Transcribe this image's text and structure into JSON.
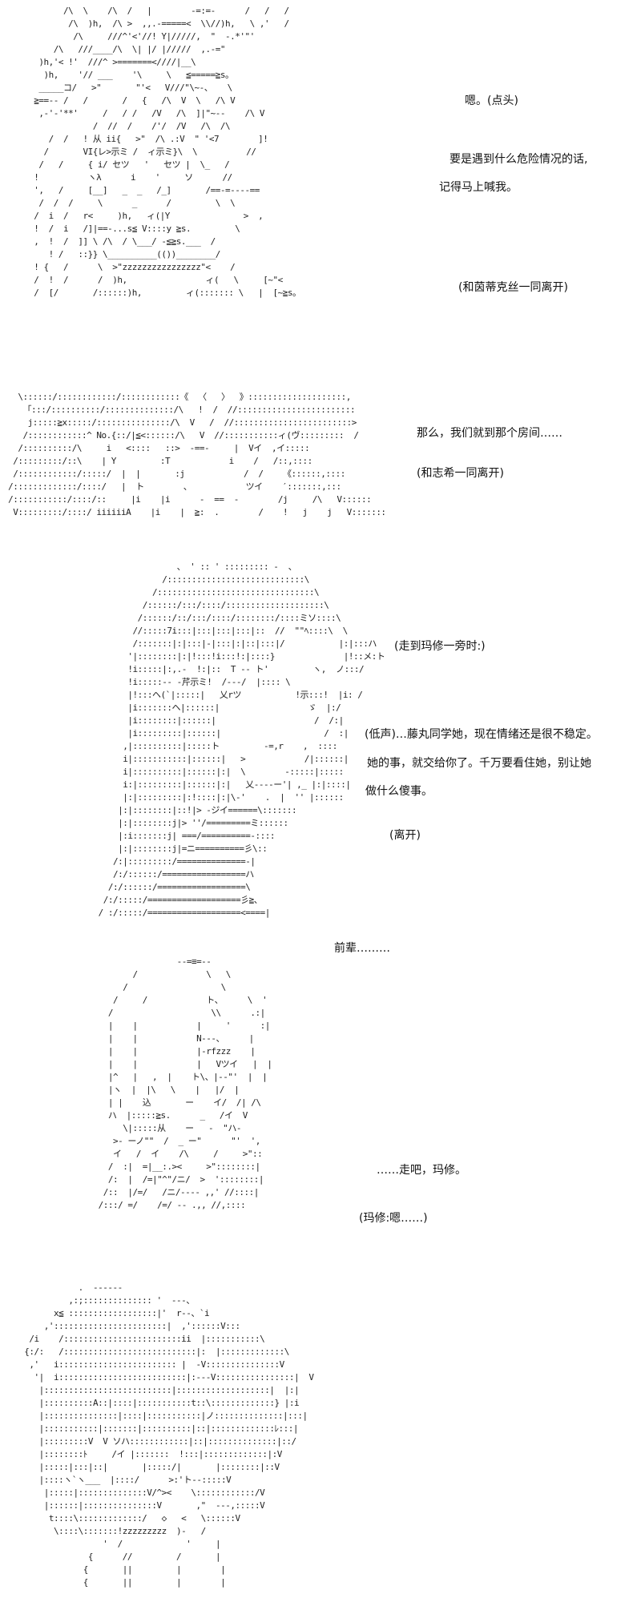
{
  "panels": [
    {
      "art": [
        "        /\\  \\    /\\  /   |        -=:=-      /   /   /",
        "         /\\  )h,  /\\ >  ,,.-=====<  \\\\//)h,   \\ ,'   /",
        "          /\\     ///^'<'//! Y|/////,  \"  -.*'\"'",
        "      /\\   ///____/\\  \\| |/ |/////  ,.-=\"",
        "   )h,'< !'  ///^ >=======<////|__\\",
        "    )h,    '// ___    '\\     \\   ≦=====≧s。",
        "   _____コ/   >\"       \"'<   V///\"\\~-、   \\",
        "  ≧==-- /   /       /   {   /\\  V  \\   /\\ V",
        "   ,-'-'**'     /   / /   /V   /\\  ]|\"~--    /\\ V",
        "              /  //  /    /'/  /V   /\\  /\\",
        "     /  /   ! 从 ii{   >\"  /\\ .:V  \" '<7        ]!",
        "    /       VI{レ>示ミ /  ィ示ミ}\\  \\          //",
        "   /   /     { i/ セツ   '   セツ |  \\_   /",
        "  !          ヽλ      i    '     ソ      //",
        "  ',   /     [__]   _  _   /_]       /==-=----==",
        "   /  /  /     \\      _      /         \\  \\",
        "  /  i  /   r<     )h,   ィ(|Y               >  ,",
        "  !  /  i   /]|==-...s≦ V::::y ≧s.         \\",
        "  ,  !  /  ]] \\ /\\  / \\___/ -≦≧s.___  /",
        "     ! /   ::}} \\__________(())________/",
        "  ! {   /      \\  >\"zzzzzzzzzzzzzzzz\"<    /",
        "  /  !  /      /  )h,                ィ(   \\     [~\"<",
        "  /  [/       /::::::)h,         ィ(::::::: \\   |  [~≧s。"
      ]
    },
    {
      "art": [
        "   \\::::::/::::::::::::/::::::::::::《  〈   〉  》::::::::::::::::::::,",
        "    「:::/::::::::::/::::::::::::::/\\   !  /  //::::::::::::::::::::::::",
        "     j:::::≧x:::::/:::::::::::::::/\\  V   /  //::::::::::::::::::::::::>",
        "    /::::::::::::^ No.{::/|≦<::::::/\\   V  //:::::::::::ィ(ヴ:::::::::  /",
        "   /::::::::::/\\     i   <::::   ::>  -==-     |  Vイ  ,イ:::::",
        "  /:::::::::/::\\    | Y         :T            i    /   /::,::::",
        "  /::::::::::::/:::::/  |  |       :j            /  /    《::::::,::::",
        " /:::::::::::::/::::/   |  ト        、           ツイ    ′:::::::,:::",
        " /:::::::::::/::::/::     |i    |i      -  ==  -        /j     /\\   V::::::",
        "  V:::::::::/::::/ iiiiiiA    |i    |  ≧:  .        /    !   j    j   V:::::::"
      ]
    },
    {
      "art": [
        "                     、 ' :: ' ::::::::: -  、",
        "                  /::::::::::::::::::::::::::::\\",
        "                /::::::::::::::::::::::::::::::::\\",
        "              /::::::/:::/::::/::::::::::::::::::::\\",
        "             /::::::/::/:::/::::/::::::::/::::ミソ::::\\",
        "            //:::::7i:::|:::|:::|:::|::  //  \"\"ﾍ::::\\  \\",
        "            /:::::::|:|:::|-|:::|:|::|:::|/           |:|:::ハ",
        "           '|::::::::|:|!:::!i:::!:|::::}              |!::メ:ト",
        "           !i:::::|:,.-  !:|::  T -- ト'         ヽ,  ノ:::/",
        "           !i:::::-- -芹示ミ!  /---/  |:::: \\",
        "           |!:::ヘ(`|:::::|   乂rツ           !示:::!  |i: /",
        "           |i:::::::ヘ|::::::|                  ゞ  |:/",
        "           |i::::::::|::::::|                    /  /:|",
        "           |i:::::::::|::::::|                     /  :|",
        "          ,|::::::::::|:::::ト         -=,r    ,  ::::",
        "          i|:::::::::::|::::::|   >            /|::::::|",
        "          i|::::::::::|::::::|:|  \\        -:::::|:::::",
        "          i:|:::::::::|::::::|:|   乂----ー'| ,_ |:|::::|",
        "          |:|:::::::::|:!::::|:|\\-'    .  |  '' |::::::",
        "         |:|::::::::|::!|> -ジイ======\\:::::::",
        "         |:|::::::::j|> ''/=========ミ::::::",
        "         |:i:::::::j| ===/==========-::::",
        "         |:|::::::::j|=ニ==========彡\\::",
        "        /:|:::::::::/==============-|",
        "        /:/::::::/=================ハ",
        "       /:/::::::/==================\\",
        "      /:/:::::/===================彡≧、",
        "     / :/:::::/===================<====|"
      ]
    },
    {
      "art": [
        "                     --=≡=--",
        "            /              \\   \\",
        "          /                   \\",
        "        /     /            ト、     \\  '",
        "       /                    \\\\      .:|",
        "       |    |            |     '      :|",
        "       |    |            N---、     |",
        "       |    |            |-rfzzz    |",
        "       |    |            |   Vツイ   |  |",
        "       |^   |   ,  |    ト\\、|--\"'  |  |",
        "       |ヽ  |  |\\   \\    |   |/  |",
        "       | |    込       ー    イ/  /| /\\",
        "       ハ  |:::::≧s.      _   /イ  V",
        "          \\|:::::从    ー   -  \"ハ-",
        "        >- ーノ\"\"  /  _ ー\"      \"'  ',",
        "        イ   /  イ    /\\     /     >\"::",
        "       /  :|  =|__:.><     >\"::::::::|",
        "       /:  |  /=|\"^\"/ニ/  >  '::::::::|",
        "      /::  |/=/   /ニ/---- ,,' //::::|",
        "     /:::/ =/    /=/ -- .,, //,::::"
      ]
    },
    {
      "art": [
        "             .  ------",
        "           ,:;:::::::::::::: '  ---、",
        "        x≦ ::::::::::::::::::|'  r--、`i",
        "      ,':::::::::::::::::::::::|  ,'::::::V:::",
        "   /i    /::::::::::::::::::::::::ii  |:::::::::::\\",
        "  {:/:   /:::::::::::::::::::::::::::|:  |:::::::::::::\\",
        "   ,'   i:::::::::::::::::::::::: |  -V:::::::::::::::V",
        "    '|  i::::::::::::::::::::::::::|:---V::::::::::::::::|  V",
        "     |::::::::::::::::::::::::::|:::::::::::::::::::|  |:|",
        "     |::::::::::A::|::::|:::::::::::t::\\:::::::::::::} |:i",
        "     |:::::::::::::::|::::|:::::::::::|ノ::::::::::::::|:::|",
        "     |:::::::::::|:::::::|::::::::::|::|:::::::::::::ﾚ:::|",
        "     |:::::::::V  V ソハ::::::::::::|::|::::::::::::::|::/",
        "     |::::::::ﾄ     /イ |:::::::  !:::|:::::::::::::|:V",
        "     |:::::|:::|::|       |:::::/|       |::::::::|::V",
        "     |::::ヽ`ヽ___  |::::/      >:'ト--:::::V",
        "      |:::::|::::::::::::::V/^><    \\::::::::::::/V",
        "      |::::::|:::::::::::::::V       ,\"  ---,:::::V",
        "       t::::\\:::::::::::::/   ◇   <   \\::::::V",
        "        \\::::\\:::::::!zzzzzzzzz  )-   /",
        "                  '  /             '     |",
        "               {      //         /       |",
        "              {       ||         |        |",
        "              {       ||         |        |"
      ]
    }
  ],
  "dialogue": {
    "p1_nod": "嗯。(点头)",
    "p1_line1": "要是遇到什么危险情况的话,",
    "p1_line2": "记得马上喊我。",
    "p1_exit": "(和茵蒂克丝一同离开)",
    "p2_line": "那么，我们就到那个房间……",
    "p2_exit": "(和志希一同离开)",
    "p3_action": "(走到玛修一旁时:)",
    "p3_line1": "(低声)…藤丸同学她，现在情绪还是很不稳定。",
    "p3_line2": "她的事，就交给你了。千万要看住她，别让她",
    "p3_line3": "做什么傻事。",
    "p3_exit": "(离开)",
    "p4_line": "前辈………",
    "p5_line": "……走吧，玛修。",
    "p5_reply": "(玛修:嗯……)"
  }
}
